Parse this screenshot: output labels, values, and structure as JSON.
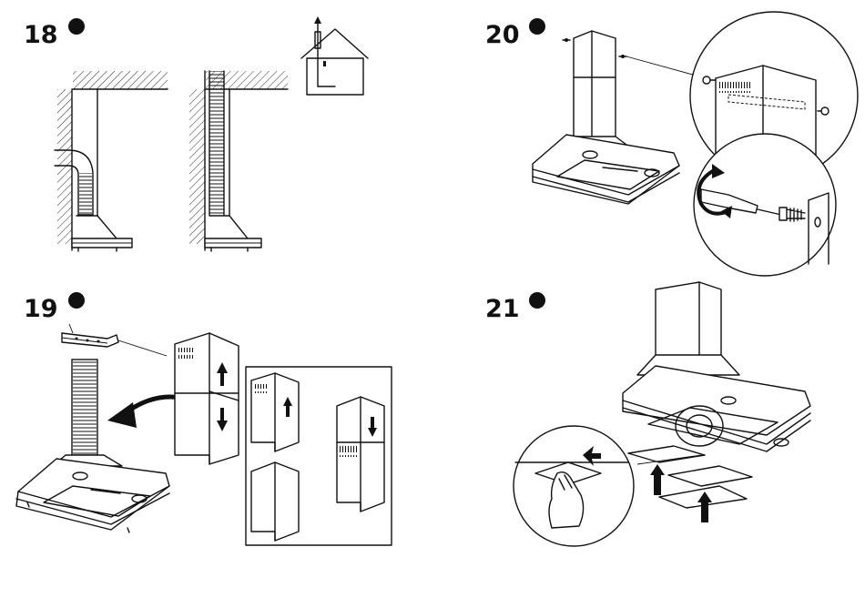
{
  "steps": [
    {
      "number": "18"
    },
    {
      "number": "19"
    },
    {
      "number": "20"
    },
    {
      "number": "21"
    }
  ],
  "colors": {
    "ink": "#111111",
    "background": "#ffffff"
  },
  "icons": [
    "step-bullet-icon",
    "arrow-up-icon",
    "arrow-down-icon",
    "curved-arrow-icon",
    "rotate-arrow-icon",
    "screw-icon",
    "screwdriver-icon",
    "hand-icon",
    "house-icon"
  ]
}
